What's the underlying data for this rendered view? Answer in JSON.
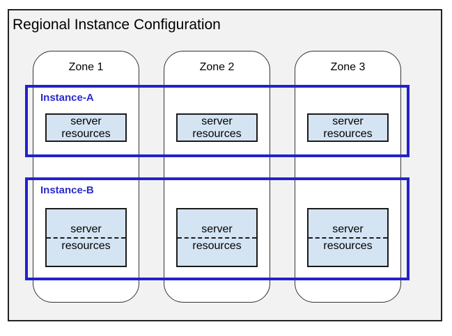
{
  "title": "Regional Instance Configuration",
  "zones": [
    {
      "label": "Zone 1"
    },
    {
      "label": "Zone 2"
    },
    {
      "label": "Zone 3"
    }
  ],
  "instances": [
    {
      "label": "Instance-A"
    },
    {
      "label": "Instance-B"
    }
  ],
  "server_box": {
    "line1": "server",
    "line2": "resources"
  },
  "colors": {
    "region_fill": "#f2f2f2",
    "region_border": "#222222",
    "zone_fill": "#ffffff",
    "zone_border": "#333333",
    "instance_border": "#2222cc",
    "instance_label": "#2b2bcc",
    "server_box_fill": "#d4e4f3",
    "server_box_border": "#1a1a1a"
  }
}
